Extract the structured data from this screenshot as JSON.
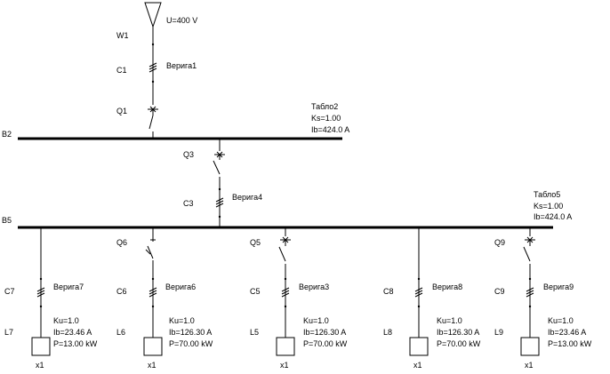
{
  "colors": {
    "line": "#000000",
    "background": "#ffffff"
  },
  "source": {
    "tag": "W1",
    "label": "U=400 V",
    "cable_tag": "C1",
    "cable_name": "Верига1",
    "breaker_tag": "Q1"
  },
  "bus_b2": {
    "tag": "B2",
    "name": "Табло2",
    "ks": "Ks=1.00",
    "ib": "Ib=424.0 A"
  },
  "feeder": {
    "breaker_tag": "Q3",
    "cable_tag": "C3",
    "cable_name": "Верига4"
  },
  "bus_b5": {
    "tag": "B5",
    "name": "Табло5",
    "ks": "Ks=1.00",
    "ib": "Ib=424.0 A"
  },
  "branches": [
    {
      "breaker_tag": "",
      "cable_tag": "C7",
      "cable_name": "Верига7",
      "load_tag": "L7",
      "ku": "Ku=1.0",
      "ib": "Ib=23.46 A",
      "p": "P=13.00 kW",
      "box": "x1"
    },
    {
      "breaker_tag": "Q6",
      "cable_tag": "C6",
      "cable_name": "Верига6",
      "load_tag": "L6",
      "ku": "Ku=1.0",
      "ib": "Ib=126.30 A",
      "p": "P=70.00 kW",
      "box": "x1"
    },
    {
      "breaker_tag": "Q5",
      "cable_tag": "C5",
      "cable_name": "Верига3",
      "load_tag": "L5",
      "ku": "Ku=1.0",
      "ib": "Ib=126.30 A",
      "p": "P=70.00 kW",
      "box": "x1"
    },
    {
      "breaker_tag": "",
      "cable_tag": "C8",
      "cable_name": "Верига8",
      "load_tag": "L8",
      "ku": "Ku=1.0",
      "ib": "Ib=126.30 A",
      "p": "P=70.00 kW",
      "box": "x1"
    },
    {
      "breaker_tag": "Q9",
      "cable_tag": "C9",
      "cable_name": "Верига9",
      "load_tag": "L9",
      "ku": "Ku=1.0",
      "ib": "Ib=23.46 A",
      "p": "P=13.00 kW",
      "box": "x1"
    }
  ]
}
